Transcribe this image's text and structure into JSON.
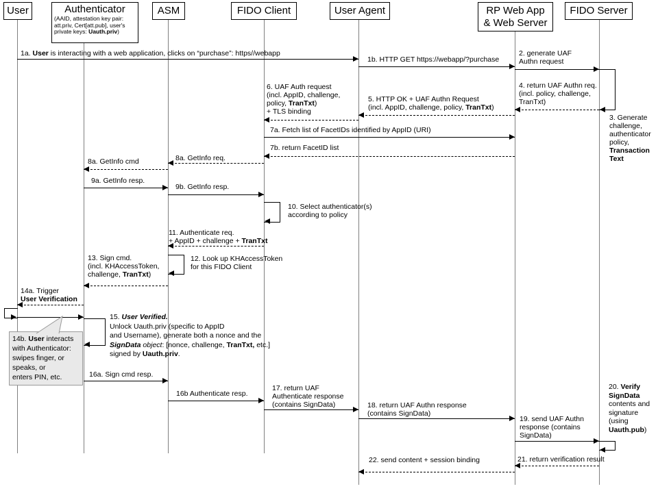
{
  "colors": {
    "ink": "#000000",
    "lifeline": "#7f7f7f",
    "note_fill": "#e9e9e9",
    "note_border": "#999999",
    "background": "#ffffff"
  },
  "actors": {
    "user": {
      "label": "User"
    },
    "authenticator": {
      "label": "Authenticator",
      "sub_lines": [
        [
          {
            "t": "(AAID, attestation key pair:"
          }
        ],
        [
          {
            "t": "att.priv, Cert[att.pub], user's"
          }
        ],
        [
          {
            "t": "private keys: "
          },
          {
            "t": "Uauth.priv",
            "b": true
          },
          {
            "t": ")"
          }
        ]
      ]
    },
    "asm": {
      "label": "ASM"
    },
    "fido_client": {
      "label": "FIDO Client"
    },
    "user_agent": {
      "label": "User Agent"
    },
    "rp_web_app": {
      "label_lines": [
        [
          {
            "t": "RP Web App"
          }
        ],
        [
          {
            "t": "& Web Server"
          }
        ]
      ]
    },
    "fido_server": {
      "label": "FIDO Server"
    }
  },
  "messages": {
    "m1a": {
      "from": "User",
      "to": "User Agent",
      "style": "solid",
      "lines": [
        [
          {
            "t": "1a. "
          },
          {
            "t": "User",
            "b": true
          },
          {
            "t": " is interacting with a web application, clicks on “purchase”: https//webapp"
          }
        ]
      ]
    },
    "m1b": {
      "from": "User Agent",
      "to": "RP Web App & Web Server",
      "style": "solid",
      "lines": [
        [
          {
            "t": "1b. HTTP GET https://webapp/?purchase"
          }
        ]
      ]
    },
    "m2": {
      "from": "RP Web App & Web Server",
      "to": "FIDO Server",
      "style": "solid",
      "lines": [
        [
          {
            "t": "2. generate UAF"
          }
        ],
        [
          {
            "t": "Authn request"
          }
        ]
      ]
    },
    "m4": {
      "from": "FIDO Server",
      "to": "RP Web App & Web Server",
      "style": "dashed",
      "lines": [
        [
          {
            "t": "4. return UAF Authn req."
          }
        ],
        [
          {
            "t": "(incl. policy, challenge,"
          }
        ],
        [
          {
            "t": "TranTxt)"
          }
        ]
      ]
    },
    "m5": {
      "from": "RP Web App & Web Server",
      "to": "User Agent",
      "style": "dashed",
      "lines": [
        [
          {
            "t": "5. HTTP OK + UAF Authn Request"
          }
        ],
        [
          {
            "t": "(incl. AppID, challenge, policy, "
          },
          {
            "t": "TranTxt",
            "b": true
          },
          {
            "t": ")"
          }
        ]
      ]
    },
    "m6": {
      "from": "User Agent",
      "to": "FIDO Client",
      "style": "dashed",
      "lines": [
        [
          {
            "t": "6. UAF Auth request"
          }
        ],
        [
          {
            "t": "(incl. AppID, challenge,"
          }
        ],
        [
          {
            "t": "policy, "
          },
          {
            "t": "TranTxt",
            "b": true
          },
          {
            "t": ")"
          }
        ],
        [
          {
            "t": "+ TLS binding"
          }
        ]
      ]
    },
    "m7a": {
      "from": "FIDO Client",
      "to": "RP Web App & Web Server",
      "style": "solid",
      "lines": [
        [
          {
            "t": "7a. Fetch list of FacetIDs identified by AppID (URI)"
          }
        ]
      ]
    },
    "m7b": {
      "from": "RP Web App & Web Server",
      "to": "FIDO Client",
      "style": "dashed",
      "lines": [
        [
          {
            "t": "7b. return FacetID list"
          }
        ]
      ]
    },
    "m8a_req": {
      "from": "FIDO Client",
      "to": "ASM",
      "style": "dashed",
      "lines": [
        [
          {
            "t": "8a. GetInfo req."
          }
        ]
      ]
    },
    "m8a_cmd": {
      "from": "ASM",
      "to": "Authenticator",
      "style": "dashed",
      "lines": [
        [
          {
            "t": "8a. GetInfo cmd"
          }
        ]
      ]
    },
    "m9a": {
      "from": "Authenticator",
      "to": "ASM",
      "style": "solid",
      "lines": [
        [
          {
            "t": "9a. GetInfo resp."
          }
        ]
      ]
    },
    "m9b": {
      "from": "ASM",
      "to": "FIDO Client",
      "style": "solid",
      "lines": [
        [
          {
            "t": "9b. GetInfo resp."
          }
        ]
      ]
    },
    "m11": {
      "from": "FIDO Client",
      "to": "ASM",
      "style": "dashed",
      "lines": [
        [
          {
            "t": "11. Authenticate req."
          }
        ],
        [
          {
            "t": "+ AppID + challenge + "
          },
          {
            "t": "TranTxt",
            "b": true
          }
        ]
      ]
    },
    "m13": {
      "from": "ASM",
      "to": "Authenticator",
      "style": "dashed",
      "lines": [
        [
          {
            "t": "13. Sign cmd."
          }
        ],
        [
          {
            "t": "(incl. KHAccessToken,"
          }
        ],
        [
          {
            "t": "challenge, "
          },
          {
            "t": "TranTxt",
            "b": true
          },
          {
            "t": ")"
          }
        ]
      ]
    },
    "m14a": {
      "from": "Authenticator",
      "to": "User",
      "style": "dashed",
      "lines": [
        [
          {
            "t": "14a. Trigger"
          }
        ],
        [
          {
            "t": "User Verification",
            "b": true
          }
        ]
      ]
    },
    "m16a": {
      "from": "Authenticator",
      "to": "ASM",
      "style": "solid",
      "lines": [
        [
          {
            "t": "16a. Sign cmd resp."
          }
        ]
      ]
    },
    "m16b": {
      "from": "ASM",
      "to": "FIDO Client",
      "style": "solid",
      "lines": [
        [
          {
            "t": "16b Authenticate resp."
          }
        ]
      ]
    },
    "m17": {
      "from": "FIDO Client",
      "to": "User Agent",
      "style": "solid",
      "lines": [
        [
          {
            "t": "17. return UAF"
          }
        ],
        [
          {
            "t": "Authenticate response"
          }
        ],
        [
          {
            "t": "(contains SignData)"
          }
        ]
      ]
    },
    "m18": {
      "from": "User Agent",
      "to": "RP Web App & Web Server",
      "style": "solid",
      "lines": [
        [
          {
            "t": "18. return UAF Authn response"
          }
        ],
        [
          {
            "t": "(contains SignData)"
          }
        ]
      ]
    },
    "m19": {
      "from": "RP Web App & Web Server",
      "to": "FIDO Server",
      "style": "solid",
      "lines": [
        [
          {
            "t": "19. send UAF Authn"
          }
        ],
        [
          {
            "t": "response (contains"
          }
        ],
        [
          {
            "t": "SignData)"
          }
        ]
      ]
    },
    "m21": {
      "from": "FIDO Server",
      "to": "RP Web App & Web Server",
      "style": "dashed",
      "lines": [
        [
          {
            "t": "21. return verification result"
          }
        ]
      ]
    },
    "m22": {
      "from": "RP Web App & Web Server",
      "to": "User Agent",
      "style": "dashed",
      "lines": [
        [
          {
            "t": "22. send content + session binding"
          }
        ]
      ]
    }
  },
  "notes": {
    "s3": {
      "actor": "FIDO Server",
      "type": "self-step",
      "lines": [
        [
          {
            "t": "3. Generate"
          }
        ],
        [
          {
            "t": "challenge,"
          }
        ],
        [
          {
            "t": "authenticator"
          }
        ],
        [
          {
            "t": "policy,"
          }
        ],
        [
          {
            "t": "Transaction",
            "b": true
          }
        ],
        [
          {
            "t": "Text",
            "b": true
          }
        ]
      ]
    },
    "s10": {
      "actor": "FIDO Client",
      "type": "self-step",
      "lines": [
        [
          {
            "t": "10. Select authenticator(s)"
          }
        ],
        [
          {
            "t": "according to policy"
          }
        ]
      ]
    },
    "s12": {
      "actor": "ASM",
      "type": "self-step",
      "lines": [
        [
          {
            "t": "12. Look up KHAccessToken"
          }
        ],
        [
          {
            "t": "for this FIDO Client"
          }
        ]
      ]
    },
    "s15": {
      "actor": "Authenticator",
      "type": "self-step",
      "lines": [
        [
          {
            "t": "15. "
          },
          {
            "t": "User Verified.",
            "b": true,
            "i": true
          }
        ],
        [
          {
            "t": "Unlock Uauth.priv (specific to AppID"
          }
        ],
        [
          {
            "t": "and Username), generate both a nonce and the"
          }
        ],
        [
          {
            "t": "SignData",
            "b": true,
            "i": true
          },
          {
            "t": " object",
            "i": true
          },
          {
            "t": ": [nonce, challenge, "
          },
          {
            "t": "TranTxt,",
            "b": true
          },
          {
            "t": " etc.]"
          }
        ],
        [
          {
            "t": "signed by "
          },
          {
            "t": "Uauth.priv",
            "b": true
          },
          {
            "t": "."
          }
        ]
      ]
    },
    "s20": {
      "actor": "FIDO Server",
      "type": "self-step",
      "lines": [
        [
          {
            "t": "20. "
          },
          {
            "t": "Verify",
            "b": true
          }
        ],
        [
          {
            "t": "SignData",
            "b": true
          }
        ],
        [
          {
            "t": "contents and"
          }
        ],
        [
          {
            "t": "signature"
          }
        ],
        [
          {
            "t": "(using"
          }
        ],
        [
          {
            "t": "Uauth.pub",
            "b": true
          },
          {
            "t": ")"
          }
        ]
      ]
    },
    "n14b": {
      "actor": "User",
      "type": "callout",
      "lines": [
        [
          {
            "t": "14b. "
          },
          {
            "t": "User",
            "b": true
          },
          {
            "t": " interacts"
          }
        ],
        [
          {
            "t": "with Authenticator:"
          }
        ],
        [
          {
            "t": "swipes finger, or"
          }
        ],
        [
          {
            "t": "speaks, or"
          }
        ],
        [
          {
            "t": "enters PIN, etc."
          }
        ]
      ]
    }
  }
}
